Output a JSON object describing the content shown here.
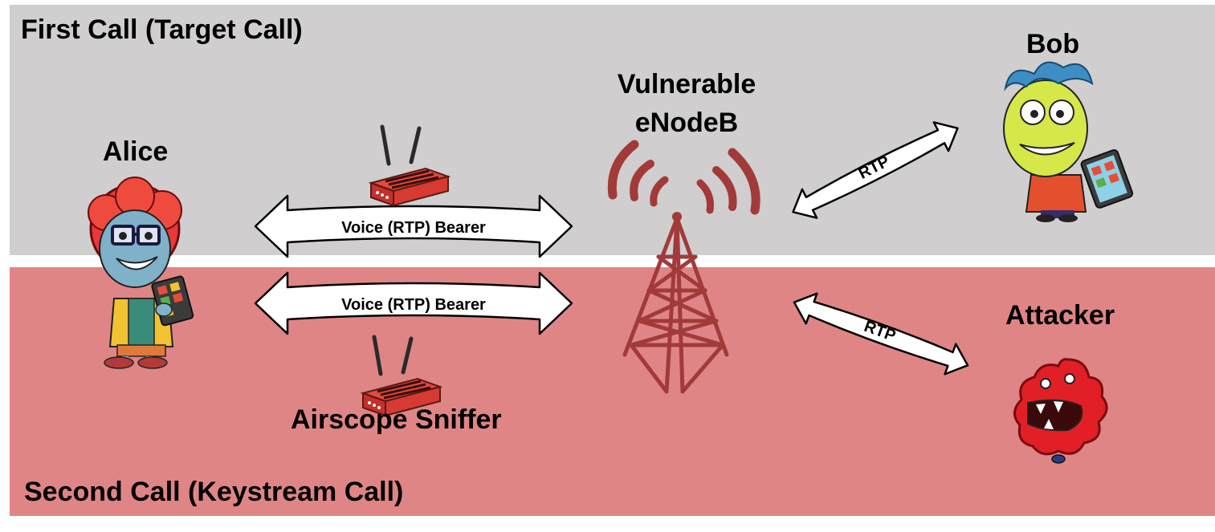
{
  "bands": {
    "top_title": "First Call (Target Call)",
    "bottom_title": "Second Call (Keystream  Call)",
    "top_color": "#d0cece",
    "bottom_color": "#e08585"
  },
  "actors": {
    "alice": "Alice",
    "bob": "Bob",
    "attacker": "Attacker",
    "enodeb_line1": "Vulnerable",
    "enodeb_line2": "eNodeB",
    "sniffer": "Airscope Sniffer"
  },
  "links": {
    "top_bearer": "Voice (RTP) Bearer",
    "bottom_bearer": "Voice (RTP) Bearer",
    "bob_rtp": "RTP",
    "attacker_rtp": "RTP"
  },
  "colors": {
    "tower": "#a23a3a",
    "sniffer_red": "#d9322e",
    "attacker_red": "#e21f26"
  },
  "icons": [
    "alice-character-icon",
    "bob-character-icon",
    "attacker-monster-icon",
    "cell-tower-icon",
    "sniffer-device-icon"
  ]
}
